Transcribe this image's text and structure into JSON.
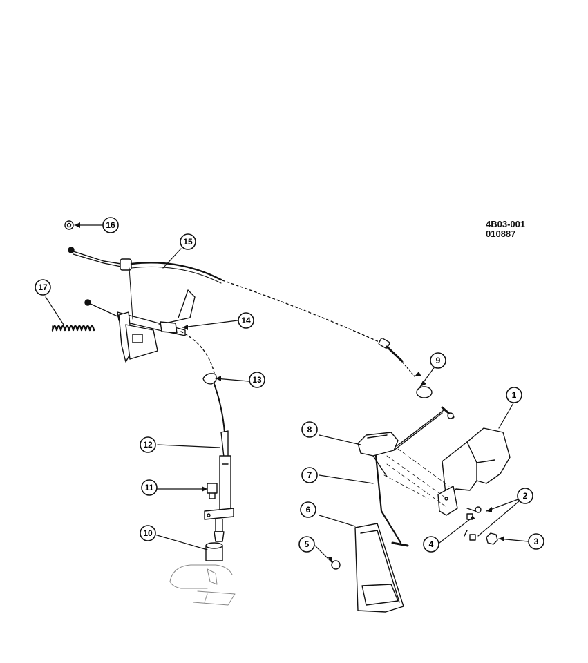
{
  "drawing_id": "4B03-001",
  "drawing_date": "010887",
  "callouts": [
    "1",
    "2",
    "3",
    "4",
    "5",
    "6",
    "7",
    "8",
    "9",
    "10",
    "11",
    "12",
    "13",
    "14",
    "15",
    "16",
    "17"
  ]
}
